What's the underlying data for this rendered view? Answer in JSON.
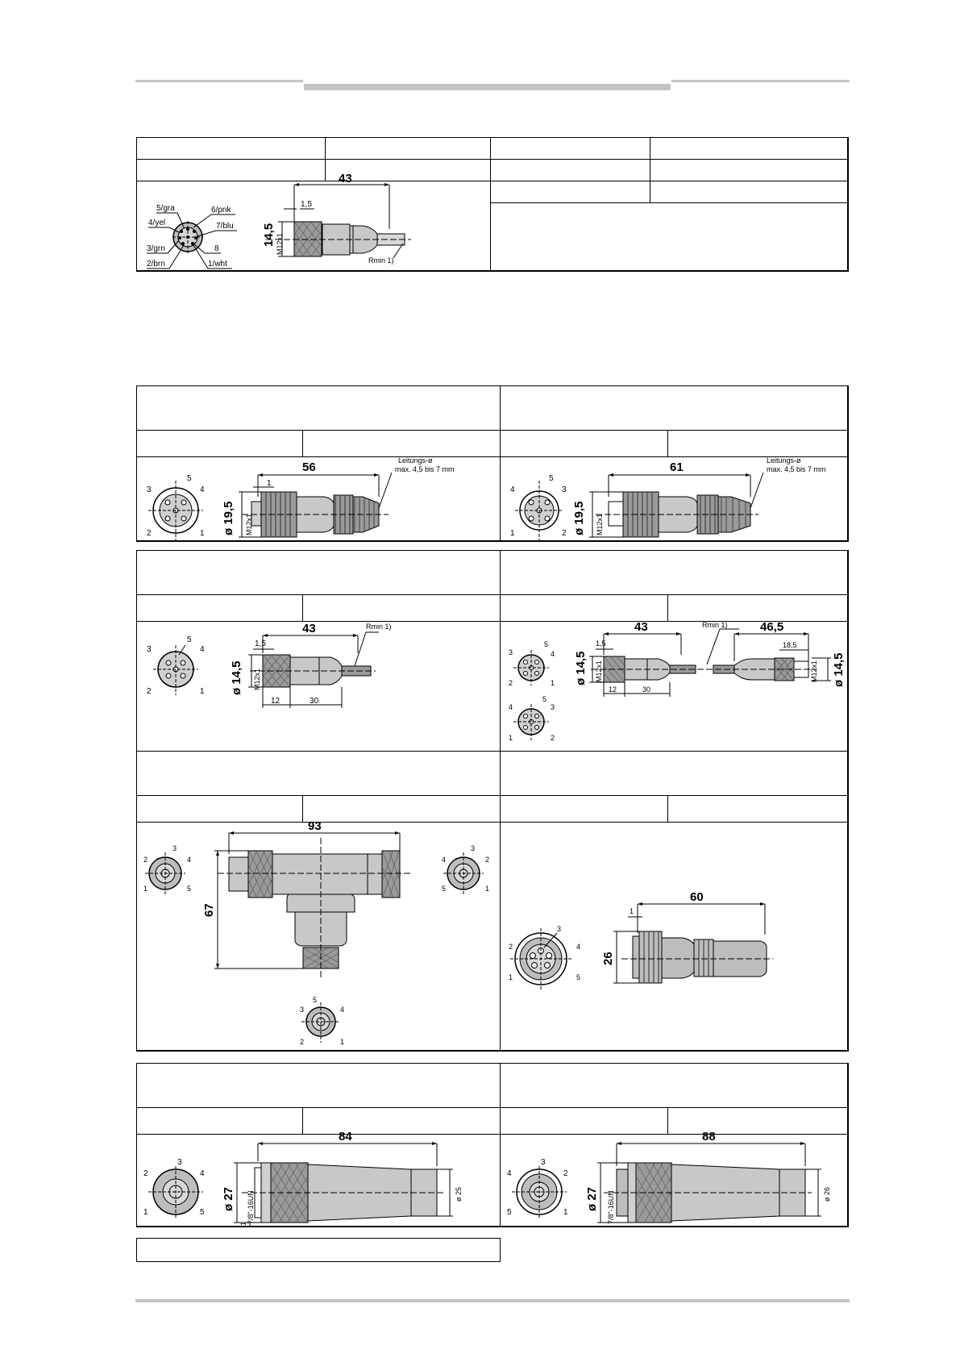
{
  "colors": {
    "header_bar": "#c4c4c4",
    "line": "#000000",
    "connector_fill": "#bdbdbd"
  },
  "table1": {
    "dims": {
      "length": "43",
      "d1": "1,5",
      "height": "14,5",
      "thread": "M12x1",
      "rmin": "Rmin 1)"
    },
    "pins": {
      "p5": "5/gra",
      "p6": "6/pnk",
      "p4": "4/yel",
      "p7": "7/blu",
      "p3": "3/grn",
      "p8": "8",
      "p2": "2/brn",
      "p1": "1/wht"
    }
  },
  "block_a": {
    "left": {
      "length": "56",
      "d1": "1",
      "dia": "ø 19,5",
      "thread": "M12x1",
      "cable": "Leitungs-ø",
      "cable_range": "max. 4,5 bis 7 mm",
      "pins": [
        "3",
        "5",
        "4",
        "2",
        "1"
      ]
    },
    "right": {
      "length": "61",
      "dia": "ø 19,5",
      "thread": "M12x1",
      "cable": "Leitungs-ø",
      "cable_range": "max. 4,5 bis 7 mm",
      "pins": [
        "4",
        "5",
        "3",
        "1",
        "2"
      ]
    }
  },
  "block_b": {
    "left": {
      "length": "43",
      "d1": "1,5",
      "dia": "ø 14,5",
      "thread": "M12x1",
      "rmin": "Rmin 1)",
      "seg1": "12",
      "seg2": "30",
      "pins": [
        "3",
        "5",
        "4",
        "2",
        "1"
      ]
    },
    "right": {
      "length": "43",
      "rmin": "Rmin 1)",
      "length2": "46,5",
      "d1": "1,5",
      "d2": "18,5",
      "dia": "ø 14,5",
      "dia2": "ø 14,5",
      "thread": "M12x1",
      "thread2": "M12x1",
      "seg1": "12",
      "seg2": "30",
      "pins_a": [
        "3",
        "5",
        "4",
        "2",
        "1"
      ],
      "pins_b": [
        "4",
        "5",
        "3",
        "1",
        "2"
      ]
    }
  },
  "block_c": {
    "left": {
      "width": "93",
      "height": "67",
      "pins_l": [
        "2",
        "3",
        "4",
        "1",
        "5"
      ],
      "pins_r": [
        "4",
        "3",
        "2",
        "5",
        "1"
      ],
      "pins_b": [
        "3",
        "5",
        "4",
        "2",
        "1"
      ]
    },
    "right": {
      "length": "60",
      "d1": "1",
      "dia": "26",
      "pins": [
        "3",
        "2",
        "4",
        "1",
        "5"
      ]
    }
  },
  "block_d": {
    "left": {
      "length": "84",
      "dia": "ø 27",
      "thread": "7/8\"-16UN",
      "d1": "1",
      "dia2": "ø 25",
      "pins": [
        "2",
        "3",
        "4",
        "1",
        "5"
      ]
    },
    "right": {
      "length": "88",
      "dia": "ø 27",
      "thread": "7/8\"-16UN",
      "dia2": "ø 26",
      "pins": [
        "4",
        "3",
        "2",
        "5",
        "1"
      ]
    }
  }
}
